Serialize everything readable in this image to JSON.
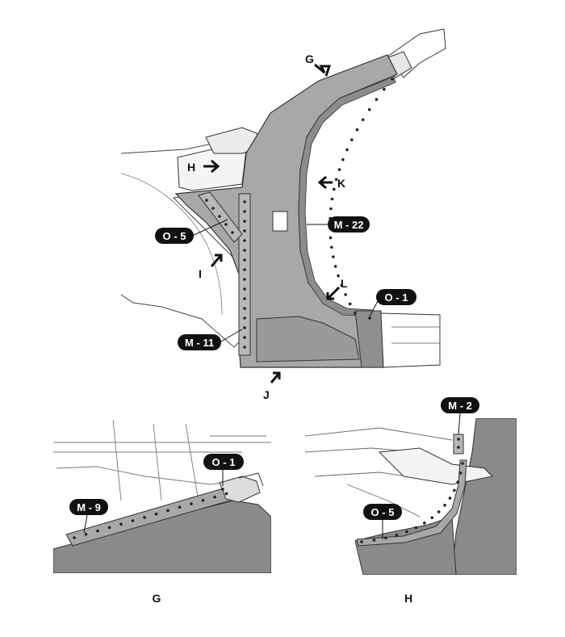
{
  "main_view": {
    "view_labels": {
      "G": "G",
      "H": "H",
      "I": "I",
      "J": "J",
      "K": "K",
      "L": "L"
    },
    "callouts": {
      "o5": "O - 5",
      "m22": "M - 22",
      "o1": "O - 1",
      "m11": "M - 11"
    }
  },
  "detail_g": {
    "callouts": {
      "o1": "O - 1",
      "m9": "M - 9"
    },
    "caption": "G"
  },
  "detail_h": {
    "callouts": {
      "m2": "M - 2",
      "o5": "O - 5"
    },
    "caption": "H"
  },
  "colors": {
    "part_fill": "#a8a8a8",
    "part_dark": "#8c8c8c",
    "line": "#333333",
    "pill": "#111111"
  }
}
